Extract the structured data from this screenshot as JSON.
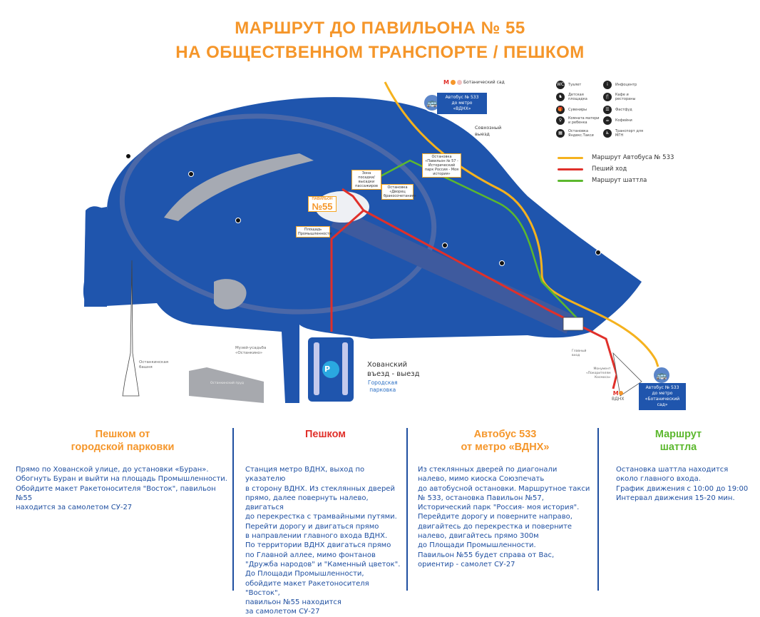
{
  "title": {
    "line1": "МАРШРУТ ДО ПАВИЛЬОНА № 55",
    "line2": "НА ОБЩЕСТВЕННОМ ТРАНСПОРТЕ / ПЕШКОМ"
  },
  "colors": {
    "title": "#f5962a",
    "map_blue": "#1f55ad",
    "bus_route": "#f5b21e",
    "walk_route": "#e0302a",
    "shuttle_route": "#5cb82e",
    "body_text": "#1f4fa0"
  },
  "map": {
    "pavilion_label_top": "ПАВИЛЬОН",
    "pavilion_label_num": "№55",
    "callouts": {
      "pickup_zone": "Зона посадки/ высадки пассажиров",
      "stop_palace": "Остановка «Дворец бракосочетания»",
      "stop_pav57": "Остановка «Павильон № 57 - Исторический парк Россия - Моя история»",
      "industry_square": "Площадь Промышленности"
    },
    "metro_botanic": "Ботанический сад",
    "metro_vdnh": "ВДНХ",
    "bus_top": {
      "line1": "Автобус № 533",
      "line2": "до метро",
      "line3": "«ВДНХ»"
    },
    "bus_bottom": {
      "line1": "Автобус № 533",
      "line2": "до метро",
      "line3": "«Ботанический сад»"
    },
    "sovkhoz_exit": {
      "line1": "Совхозный",
      "line2": "выезд"
    },
    "khovansky": {
      "line1": "Хованский",
      "line2": "въезд - выезд"
    },
    "city_parking": {
      "line1": "Городская",
      "line2": "парковка"
    },
    "parking_symbol": "P",
    "museum": {
      "line1": "Музей-усадьба",
      "line2": "«Останкино»"
    },
    "tower": {
      "line1": "Останкинская",
      "line2": "башня"
    },
    "pond": "Останкинский пруд",
    "main_entrance": {
      "line1": "Главный",
      "line2": "вход"
    },
    "monument": {
      "line1": "Монумент",
      "line2": "«Покорителям",
      "line3": "Космоса»"
    }
  },
  "legend": {
    "icons": [
      {
        "icon": "toilet-icon",
        "glyph": "WC",
        "label": "Туалет"
      },
      {
        "icon": "info-icon",
        "glyph": "i",
        "label": "Инфоцентр"
      },
      {
        "icon": "playground-icon",
        "glyph": "♞",
        "label": "Детская площадка"
      },
      {
        "icon": "cafe-icon",
        "glyph": "🍴",
        "label": "Кафе и рестораны"
      },
      {
        "icon": "souvenir-icon",
        "glyph": "🎁",
        "label": "Сувениры"
      },
      {
        "icon": "fastfood-icon",
        "glyph": "☰",
        "label": "Фастфуд"
      },
      {
        "icon": "mother-child-room-icon",
        "glyph": "♀",
        "label": "Комната матери и ребенка"
      },
      {
        "icon": "coffee-icon",
        "glyph": "☕",
        "label": "Кофейни"
      },
      {
        "icon": "yandex-taxi-icon",
        "glyph": "▦",
        "label": "Остановка Яндекс.Такси"
      },
      {
        "icon": "mgn-transport-icon",
        "glyph": "♿",
        "label": "Транспорт для МГН"
      }
    ],
    "routes": [
      {
        "label": "Маршрут Автобуса № 533",
        "color": "#f5b21e"
      },
      {
        "label": "Пеший ход",
        "color": "#e0302a"
      },
      {
        "label": "Маршрут шаттла",
        "color": "#5cb82e"
      }
    ]
  },
  "columns": [
    {
      "title": "Пешком от\nгородской парковки",
      "color": "#f5962a",
      "text": "Прямо по Хованской улице, до установки «Буран».\nОбогнуть Буран и выйти на площадь Промышленности.\nОбойдите макет Ракетоносителя \"Восток\",  павильон №55\nнаходится за самолетом СУ-27"
    },
    {
      "title": "Пешком",
      "color": "#e0302a",
      "text": "Станция метро ВДНХ, выход по указателю\nв сторону ВДНХ. Из стеклянных дверей\nпрямо, далее повернуть налево, двигаться\nдо перекрестка с трамвайными путями.\nПерейти дорогу и двигаться прямо\nв направлении главного входа ВДНХ.\nПо территории ВДНХ двигаться прямо\nпо Главной аллее, мимо фонтанов\n\"Дружба народов\" и \"Каменный цветок\".\nДо Площади Промышленности,\nобойдите макет Ракетоносителя \"Восток\",\nпавильон №55 находится\nза самолетом СУ-27"
    },
    {
      "title": "Автобус 533\nот метро «ВДНХ»",
      "color": "#f5962a",
      "text": "Из стеклянных дверей по диагонали\nналево, мимо киоска Союзпечать\nдо автобусной остановки. Маршрутное такси\n№ 533, остановка Павильон №57,\nИсторический парк \"Россия- моя история\".\nПерейдите дорогу и поверните направо,\nдвигайтесь до перекрестка и поверните\nналево, двигайтесь прямо 300м\nдо Площади Промышленности.\nПавильон №55 будет справа от Вас,\nориентир - самолет СУ-27"
    },
    {
      "title": "Маршрут\nшаттла",
      "color": "#5cb82e",
      "text": "Остановка шаттла находится\nоколо главного входа.\nГрафик движения с 10:00 до 19:00\nИнтервал движения 15-20 мин."
    }
  ]
}
